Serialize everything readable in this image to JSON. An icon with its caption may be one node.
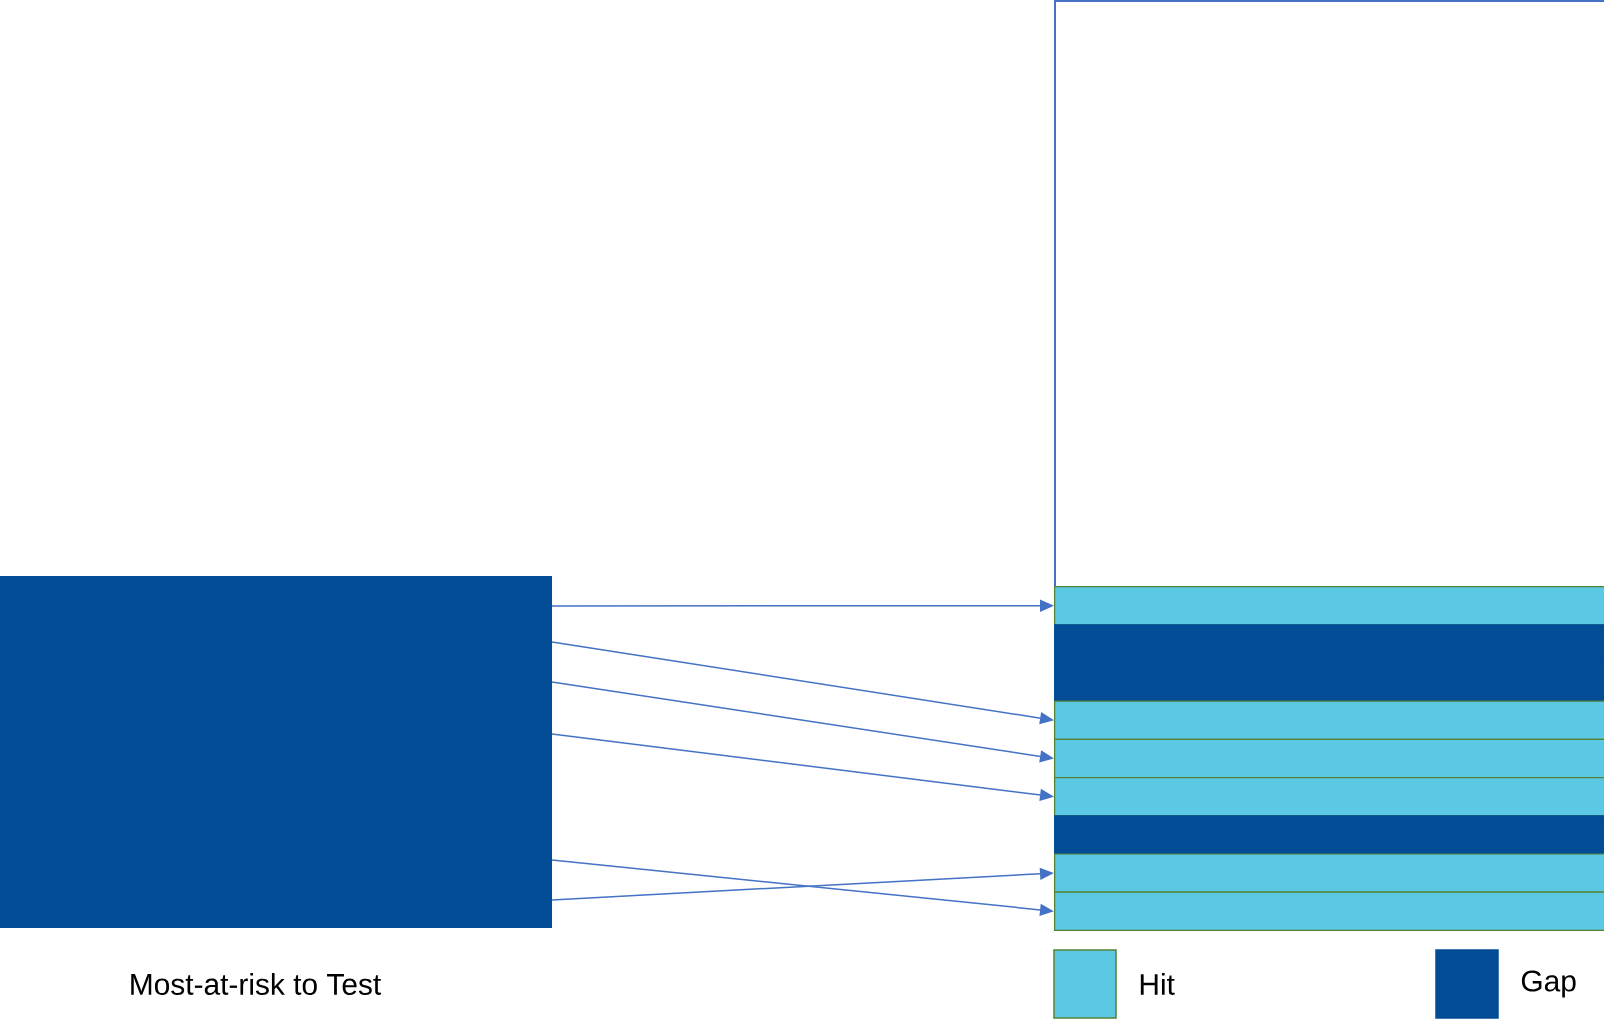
{
  "diagram": {
    "nodes": [
      {
        "text": [],
        "shape": "box",
        "beside": [
          "Most-at-risk to Test"
        ]
      },
      {
        "text": [],
        "shape": "box"
      },
      {
        "text": [],
        "shape": "bar"
      },
      {
        "text": [],
        "shape": "bar"
      },
      {
        "text": [],
        "shape": "bar"
      },
      {
        "text": [],
        "shape": "bar"
      },
      {
        "text": [],
        "shape": "bar"
      },
      {
        "text": [],
        "shape": "bar"
      },
      {
        "text": [],
        "shape": "bar"
      },
      {
        "text": [],
        "shape": "bar"
      },
      {
        "text": [],
        "shape": "bar"
      }
    ],
    "edges": [
      {
        "from": 0,
        "to": 2,
        "arrow": "to"
      },
      {
        "from": 0,
        "to": 5,
        "arrow": "to"
      },
      {
        "from": 0,
        "to": 6,
        "arrow": "to"
      },
      {
        "from": 0,
        "to": 7,
        "arrow": "to"
      },
      {
        "from": 0,
        "to": 10,
        "arrow": "to"
      },
      {
        "from": 0,
        "to": 9,
        "arrow": "to"
      }
    ],
    "legend": [
      {
        "text": "Hit",
        "color": "#5bc8e4"
      },
      {
        "text": "Gap",
        "color": "#034d97"
      }
    ]
  }
}
